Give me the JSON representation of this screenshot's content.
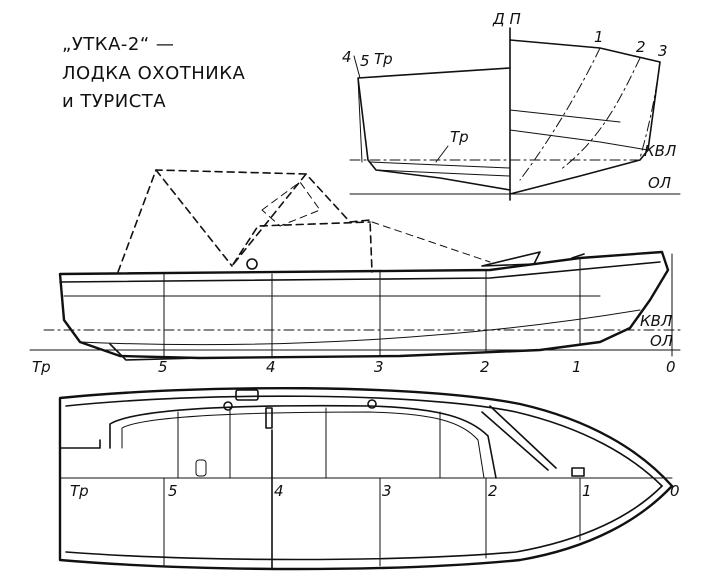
{
  "title": {
    "line1": "„УТКА-2“ —",
    "line2": "ЛОДКА ОХОТНИКА",
    "line3": "и ТУРИСТА"
  },
  "body_plan": {
    "centerline_label": "Д П",
    "station_labels_aft": [
      "4",
      "5",
      "Тр"
    ],
    "station_labels_fwd": [
      "1",
      "2",
      "3"
    ],
    "transom_label": "Тр",
    "waterline_label": "КВЛ",
    "baseline_label": "ОЛ"
  },
  "profile": {
    "transom_label": "Тр",
    "stations": [
      "5",
      "4",
      "3",
      "2",
      "1",
      "0"
    ],
    "waterline_label": "КВЛ",
    "baseline_label": "ОЛ"
  },
  "plan": {
    "transom_label": "Тр",
    "stations": [
      "5",
      "4",
      "3",
      "2",
      "1",
      "0"
    ]
  }
}
